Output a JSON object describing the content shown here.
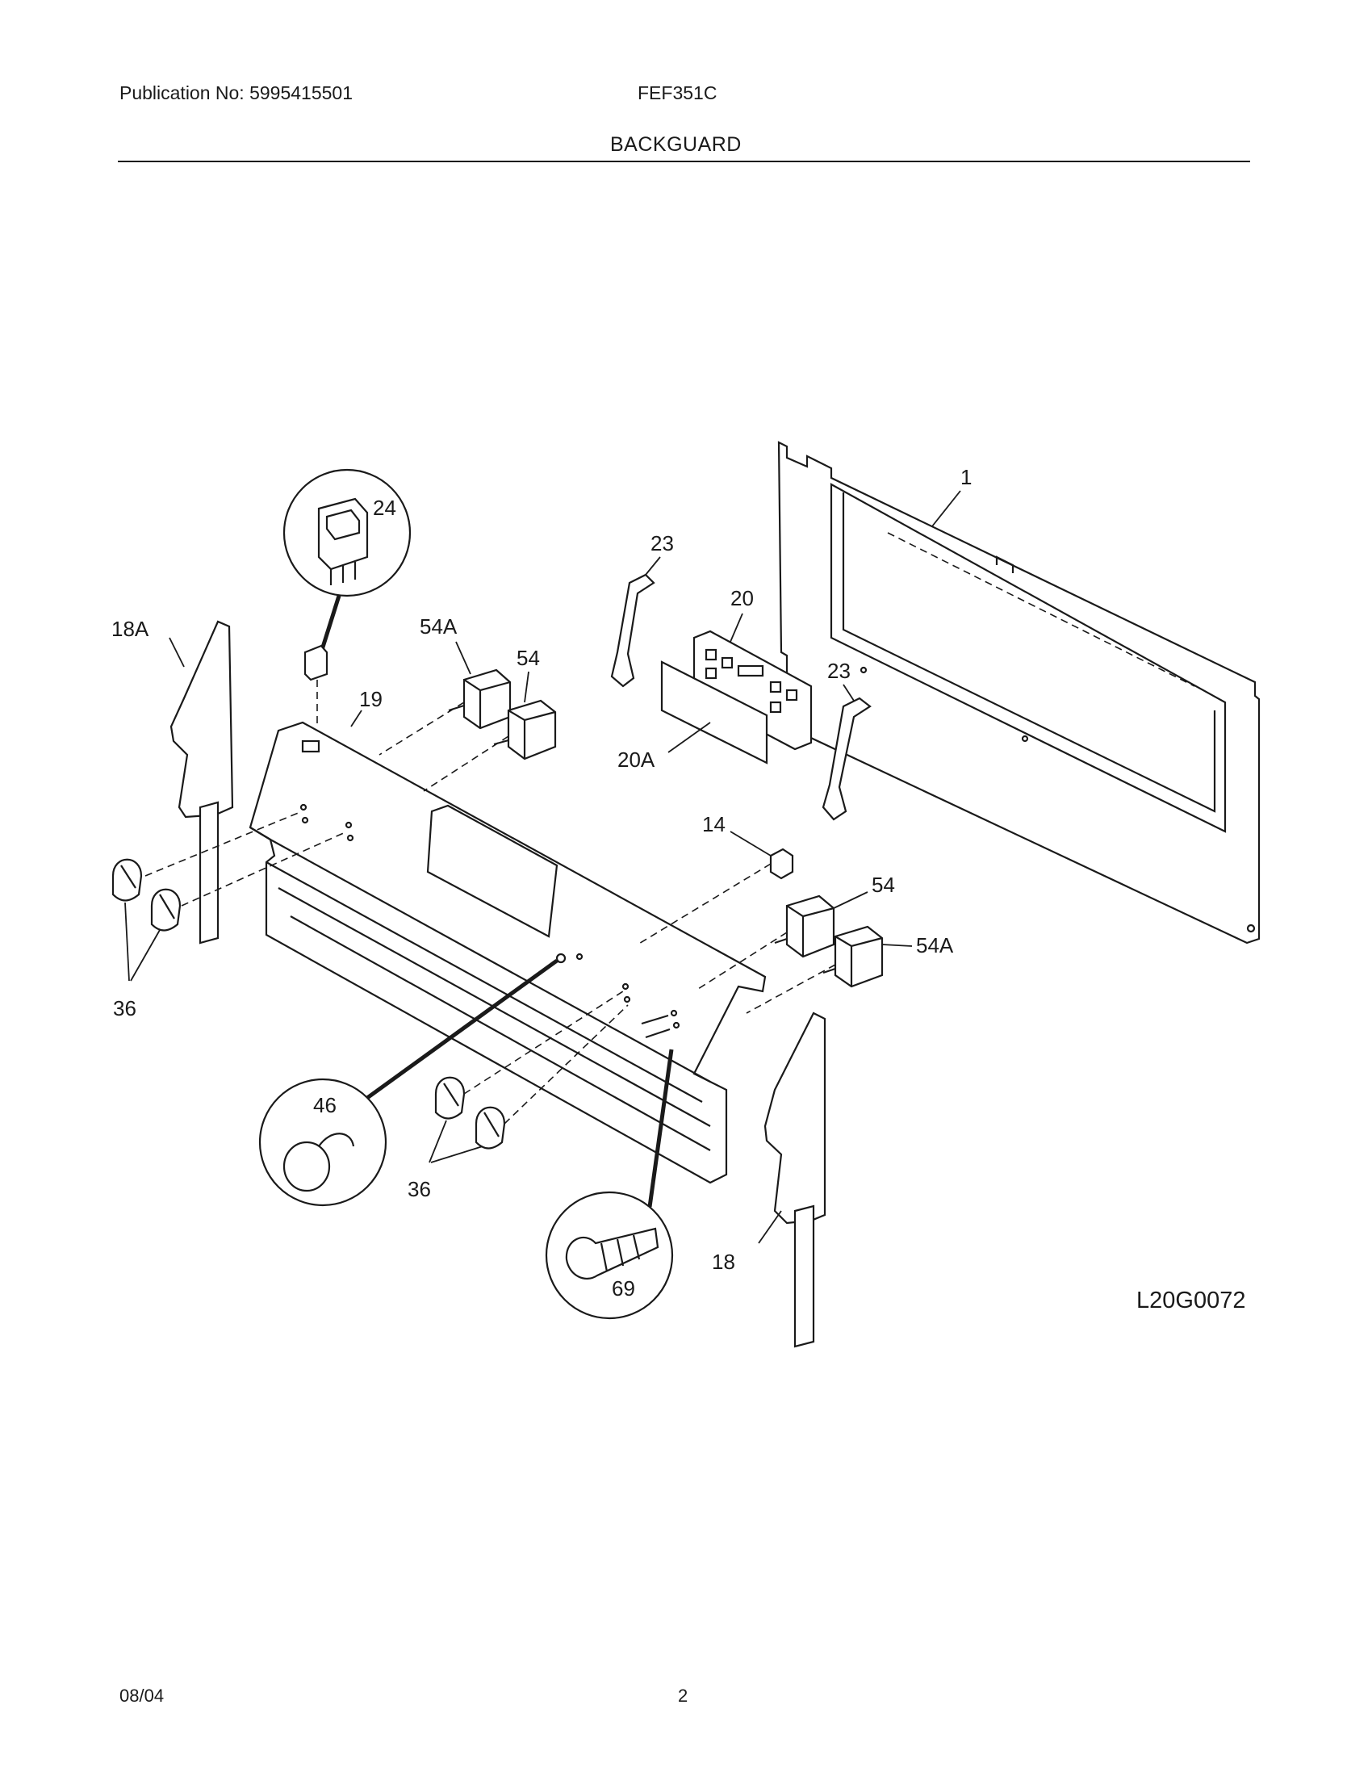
{
  "header": {
    "publication": "Publication No: 5995415501",
    "model": "FEF351C",
    "section_title": "BACKGUARD"
  },
  "diagram": {
    "drawing_code": "L20G0072",
    "callouts": {
      "p1": "1",
      "p14": "14",
      "p18": "18",
      "p18a": "18A",
      "p19": "19",
      "p20": "20",
      "p20a": "20A",
      "p23_top": "23",
      "p23_right": "23",
      "p24": "24",
      "p36_left": "36",
      "p36_center": "36",
      "p46": "46",
      "p54_top": "54",
      "p54_right": "54",
      "p54a_top": "54A",
      "p54a_right": "54A",
      "p69": "69"
    }
  },
  "footer": {
    "date": "08/04",
    "page": "2"
  }
}
